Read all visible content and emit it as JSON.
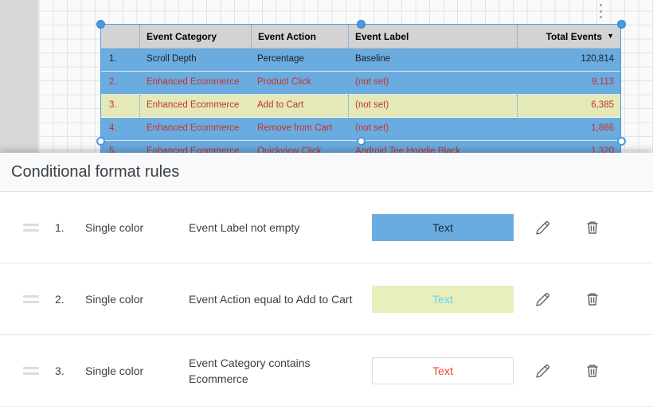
{
  "canvas": {
    "kebab_icon": "more-vert-icon",
    "table": {
      "columns": [
        "",
        "Event Category",
        "Event Action",
        "Event Label",
        "Total Events"
      ],
      "sort_caret": "▼",
      "rows": [
        {
          "index": "1.",
          "category": "Scroll Depth",
          "action": "Percentage",
          "label": "Baseline",
          "total": "120,814",
          "bg": "blue",
          "text": "dark"
        },
        {
          "index": "2.",
          "category": "Enhanced Ecommerce",
          "action": "Product Click",
          "label": "(not set)",
          "total": "9,113",
          "bg": "blue",
          "text": "red"
        },
        {
          "index": "3.",
          "category": "Enhanced Ecommerce",
          "action": "Add to Cart",
          "label": "(not set)",
          "total": "6,385",
          "bg": "yellow",
          "text": "red"
        },
        {
          "index": "4.",
          "category": "Enhanced Ecommerce",
          "action": "Remove from Cart",
          "label": "(not set)",
          "total": "1,866",
          "bg": "blue",
          "text": "red"
        },
        {
          "index": "5.",
          "category": "Enhanced Ecommerce",
          "action": "Quickview Click",
          "label": "Android Tee Hoodie Black",
          "total": "1,320",
          "bg": "blue",
          "text": "red"
        }
      ]
    }
  },
  "dialog": {
    "title": "Conditional format rules",
    "rules": [
      {
        "num": "1.",
        "type": "Single color",
        "condition": "Event Label not empty",
        "preview_label": "Text",
        "bg_color": "#6aabe0",
        "text_color": "#1a2733",
        "edit_icon": "pencil-icon",
        "delete_icon": "trash-icon"
      },
      {
        "num": "2.",
        "type": "Single color",
        "condition": "Event Action equal to Add to Cart",
        "preview_label": "Text",
        "bg_color": "#e8eebc",
        "text_color": "#63d3f2",
        "edit_icon": "pencil-icon",
        "delete_icon": "trash-icon"
      },
      {
        "num": "3.",
        "type": "Single color",
        "condition": "Event Category contains Ecommerce",
        "preview_label": "Text",
        "bg_color": "#ffffff",
        "text_color": "#ea4335",
        "edit_icon": "pencil-icon",
        "delete_icon": "trash-icon"
      }
    ]
  }
}
